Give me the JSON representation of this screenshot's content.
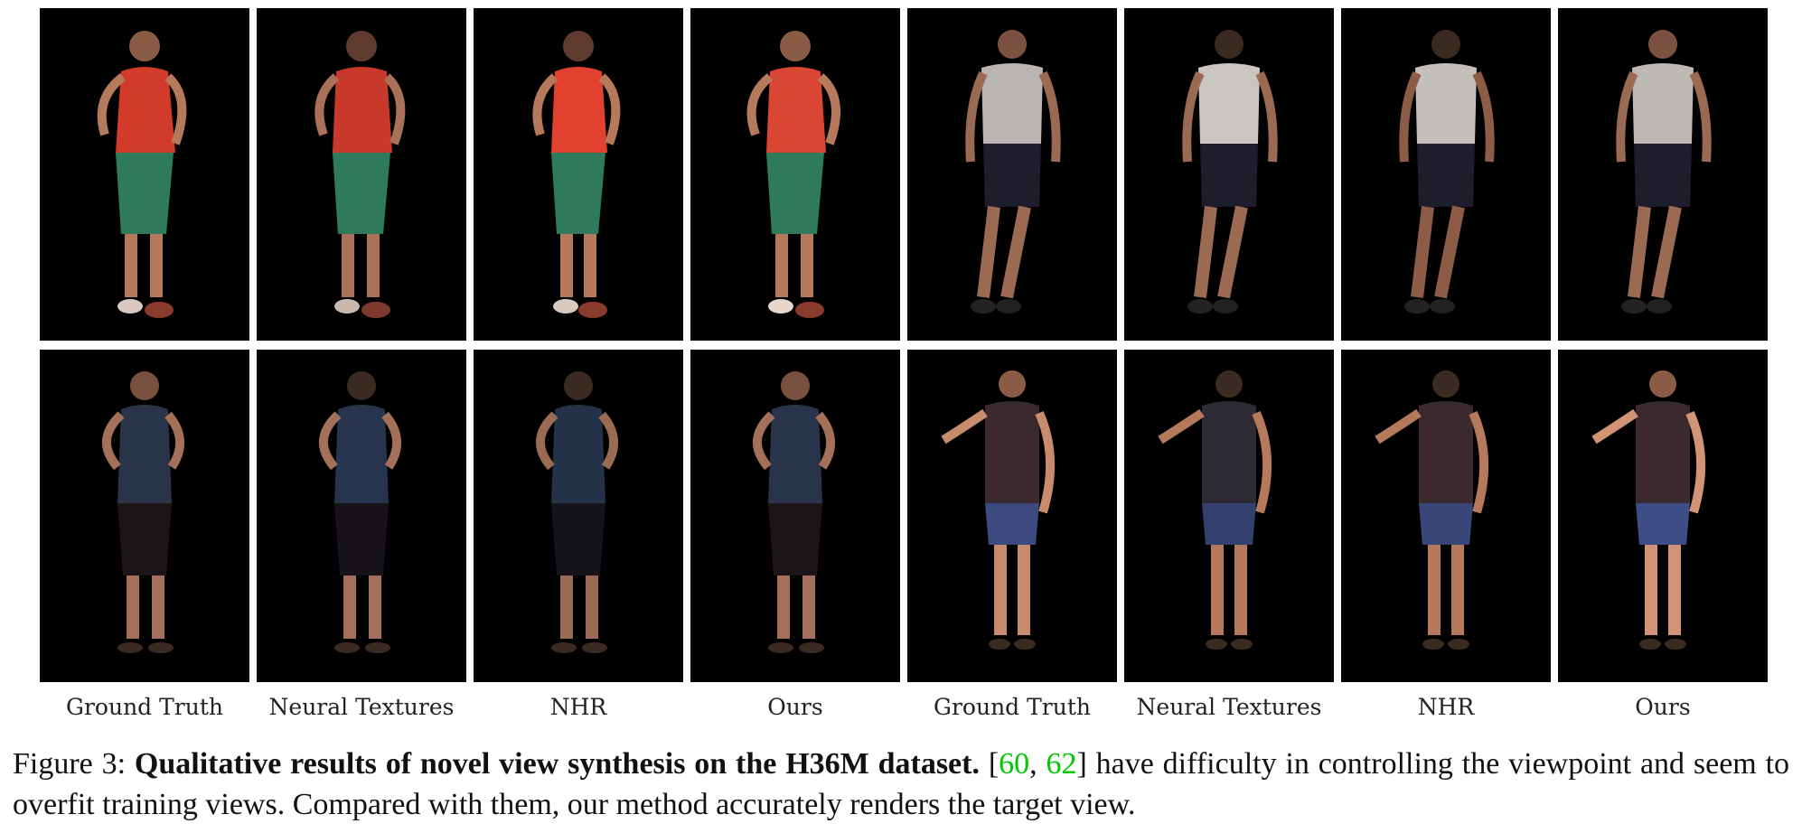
{
  "figure": {
    "column_labels": [
      "Ground Truth",
      "Neural Textures",
      "NHR",
      "Ours",
      "Ground Truth",
      "Neural Textures",
      "NHR",
      "Ours"
    ],
    "colors": {
      "background": "#000000",
      "citation": "#00c800"
    },
    "caption": {
      "prefix": "Figure 3: ",
      "bold": "Qualitative results of novel view synthesis on the H36M dataset.",
      "space": "  [",
      "cite_a": "60",
      "comma": ", ",
      "cite_b": "62",
      "rest": "] have difficulty in controlling the viewpoint and seem to overfit training views. Compared with them, our method accurately renders the target view."
    }
  }
}
